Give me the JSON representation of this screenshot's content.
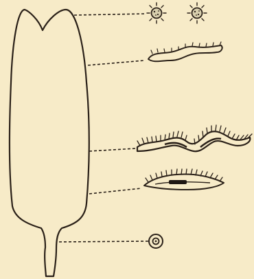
{
  "figure": {
    "background_color": "#f7ebc8",
    "ink_color": "#2a2018",
    "label_text": ""
  },
  "parts": [
    {
      "name": "apical-lobes",
      "section_type": "two spiny round sections"
    },
    {
      "name": "upper-blade",
      "section_type": "wavy section with sparse short spines"
    },
    {
      "name": "middle-blade",
      "section_type": "wavy section with dense spines"
    },
    {
      "name": "lower-blade",
      "section_type": "lens-shaped section with spines and dark center"
    },
    {
      "name": "stalk",
      "section_type": "concentric ring section"
    }
  ]
}
